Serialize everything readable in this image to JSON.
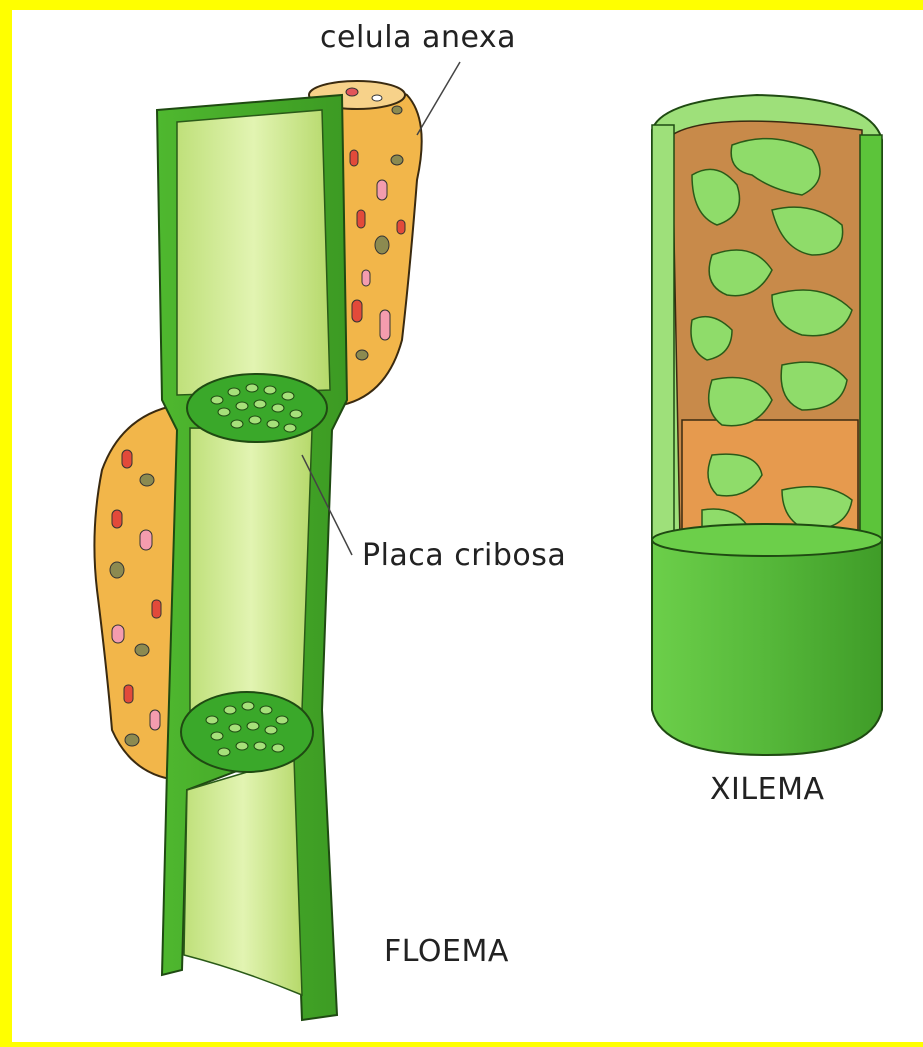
{
  "labels": {
    "companion_cell": "celula anexa",
    "sieve_plate": "Placa cribosa",
    "xylem": "XILEMA",
    "phloem": "FLOEMA"
  },
  "colors": {
    "frame": "#ffff00",
    "tube_green": "#5cc43a",
    "tube_light": "#d6ee9a",
    "companion_fill": "#f2b64a",
    "xylem_thickening": "#c88a4a",
    "xylem_inner_green": "#8fdc6a"
  }
}
